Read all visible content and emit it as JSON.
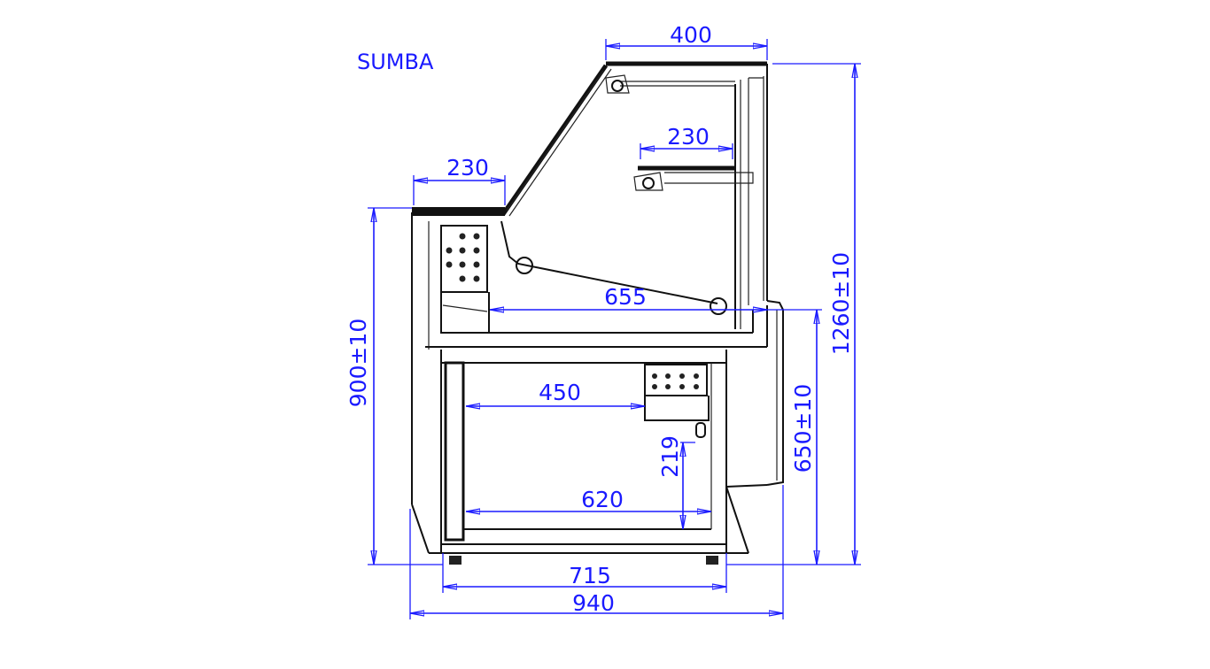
{
  "title": "SUMBA",
  "colors": {
    "dimension": "#1a1aff",
    "outline": "#111111"
  },
  "dimensions": {
    "top_glass_depth": "400",
    "upper_shelf_depth": "230",
    "counter_top_depth": "230",
    "display_depth": "655",
    "storage_depth": "450",
    "storage_floor_depth": "620",
    "storage_clearance": "219",
    "base_width": "715",
    "overall_depth": "940",
    "counter_height": "900±10",
    "display_floor_height": "650±10",
    "overall_height": "1260±10"
  }
}
